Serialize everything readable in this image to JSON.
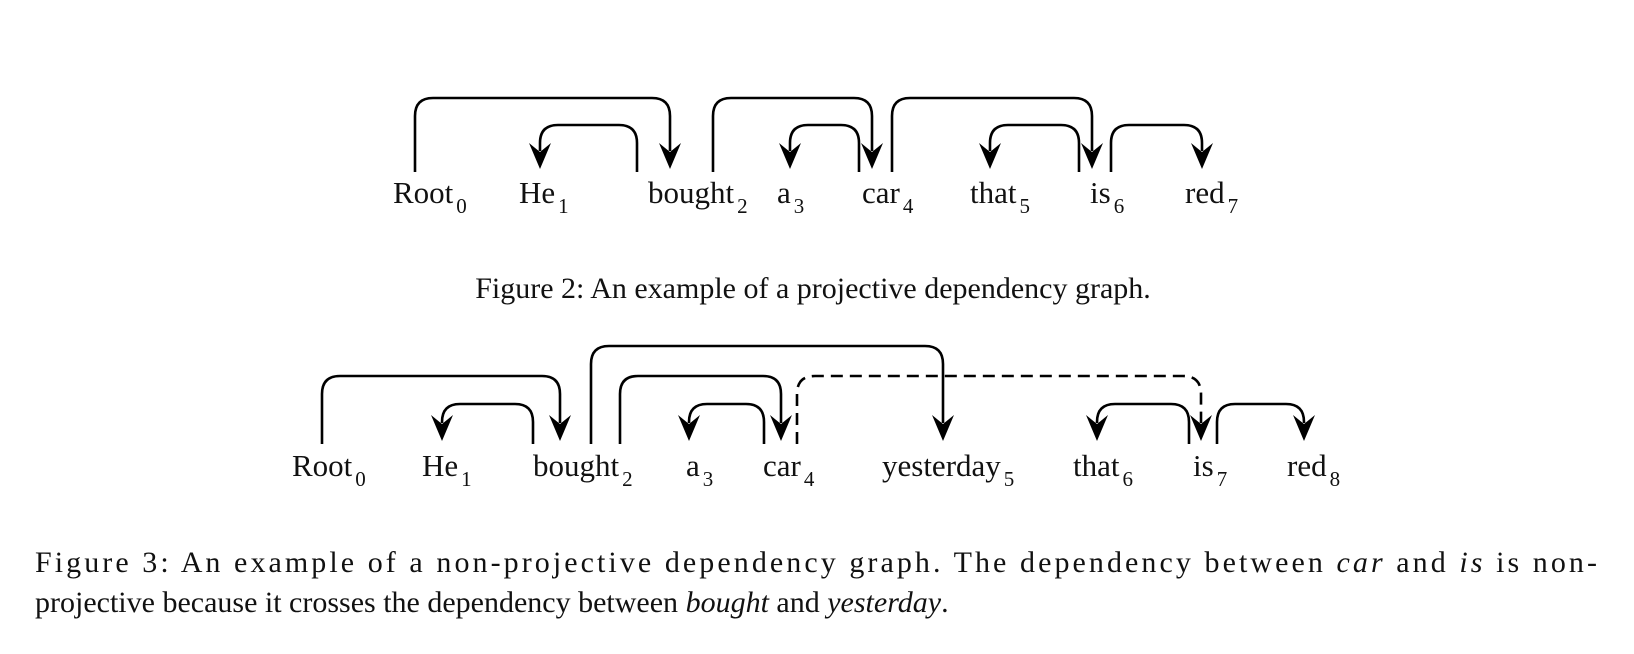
{
  "figure2": {
    "tokens": [
      {
        "word": "Root",
        "index": "0"
      },
      {
        "word": "He",
        "index": "1"
      },
      {
        "word": "bought",
        "index": "2"
      },
      {
        "word": "a",
        "index": "3"
      },
      {
        "word": "car",
        "index": "4"
      },
      {
        "word": "that",
        "index": "5"
      },
      {
        "word": "is",
        "index": "6"
      },
      {
        "word": "red",
        "index": "7"
      }
    ],
    "arcs": [
      {
        "head": 0,
        "dep": 2,
        "style": "solid"
      },
      {
        "head": 2,
        "dep": 1,
        "style": "solid"
      },
      {
        "head": 2,
        "dep": 4,
        "style": "solid"
      },
      {
        "head": 4,
        "dep": 3,
        "style": "solid"
      },
      {
        "head": 4,
        "dep": 6,
        "style": "solid"
      },
      {
        "head": 6,
        "dep": 5,
        "style": "solid"
      },
      {
        "head": 6,
        "dep": 7,
        "style": "solid"
      }
    ],
    "caption": "Figure 2: An example of a projective dependency graph."
  },
  "figure3": {
    "tokens": [
      {
        "word": "Root",
        "index": "0"
      },
      {
        "word": "He",
        "index": "1"
      },
      {
        "word": "bought",
        "index": "2"
      },
      {
        "word": "a",
        "index": "3"
      },
      {
        "word": "car",
        "index": "4"
      },
      {
        "word": "yesterday",
        "index": "5"
      },
      {
        "word": "that",
        "index": "6"
      },
      {
        "word": "is",
        "index": "7"
      },
      {
        "word": "red",
        "index": "8"
      }
    ],
    "arcs": [
      {
        "head": 0,
        "dep": 2,
        "style": "solid"
      },
      {
        "head": 2,
        "dep": 1,
        "style": "solid"
      },
      {
        "head": 2,
        "dep": 5,
        "style": "solid"
      },
      {
        "head": 2,
        "dep": 4,
        "style": "solid"
      },
      {
        "head": 4,
        "dep": 3,
        "style": "solid"
      },
      {
        "head": 4,
        "dep": 7,
        "style": "dashed"
      },
      {
        "head": 7,
        "dep": 6,
        "style": "solid"
      },
      {
        "head": 7,
        "dep": 8,
        "style": "solid"
      }
    ],
    "caption_line1": [
      {
        "text": "Figure 3: An example of a non-projective dependency graph. The dependency between ",
        "italic": false
      },
      {
        "text": "car",
        "italic": true
      },
      {
        "text": " and ",
        "italic": false
      },
      {
        "text": "is",
        "italic": true
      },
      {
        "text": " is non-",
        "italic": false
      }
    ],
    "caption_line2": [
      {
        "text": "projective because it crosses the dependency between ",
        "italic": false
      },
      {
        "text": "bought",
        "italic": true
      },
      {
        "text": " and ",
        "italic": false
      },
      {
        "text": "yesterday",
        "italic": true
      },
      {
        "text": ".",
        "italic": false
      }
    ]
  }
}
